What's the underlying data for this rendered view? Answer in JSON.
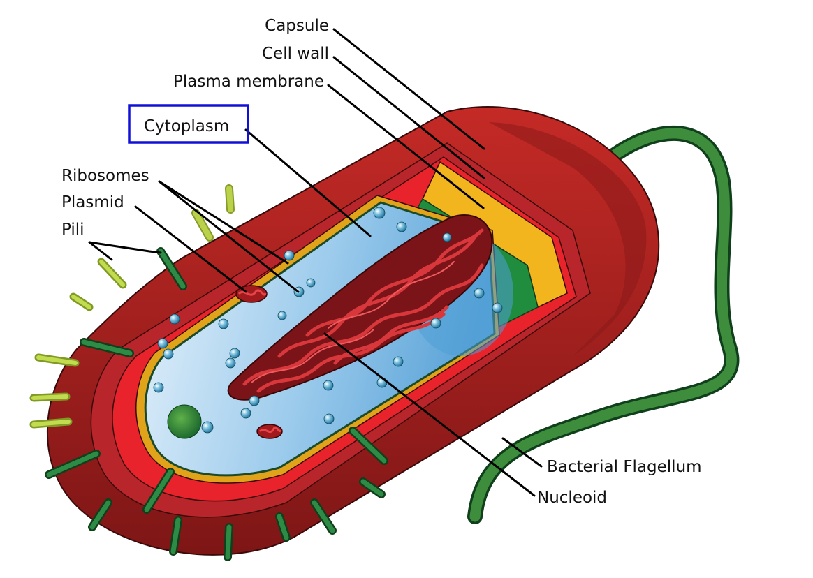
{
  "labels": {
    "capsule": "Capsule",
    "cell_wall": "Cell wall",
    "plasma_membrane": "Plasma membrane",
    "cytoplasm": "Cytoplasm",
    "ribosomes": "Ribosomes",
    "plasmid": "Plasmid",
    "pili": "Pili",
    "flagellum": "Bacterial Flagellum",
    "nucleoid": "Nucleoid"
  },
  "highlight": {
    "label": "cytoplasm",
    "color": "#1010d8"
  },
  "colors": {
    "capsule": "#a8201f",
    "capsule_dark": "#7a1515",
    "cell_wall": "#e8232b",
    "membrane": "#f2b51e",
    "cytoplasm_light": "#cfe6f7",
    "cytoplasm": "#8fc5ea",
    "inner_green": "#1f8c3e",
    "pili": "#1e6b2f",
    "pili_light": "#a6c43a",
    "flagellum": "#2a7a35",
    "nucleoid": "#b01a1e",
    "ribosome": "#1c6f7a"
  }
}
